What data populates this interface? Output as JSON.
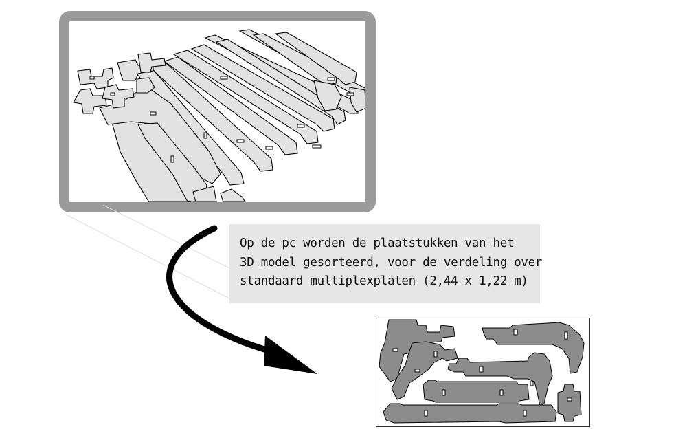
{
  "caption": {
    "lines": [
      "Op de pc worden de plaatstukken van het",
      "3D model gesorteerd, voor de verdeling over",
      "standaard multiplexplaten (2,44 x 1,22 m)"
    ]
  },
  "colors": {
    "frame_border": "#9a9a9a",
    "caption_background": "#e6e6e6",
    "piece_fill": "#e2e2e2",
    "sheet_piece_fill": "#8c8c8c",
    "outline": "#000000"
  },
  "icons": {
    "arrow": "curved-arrow-icon"
  }
}
